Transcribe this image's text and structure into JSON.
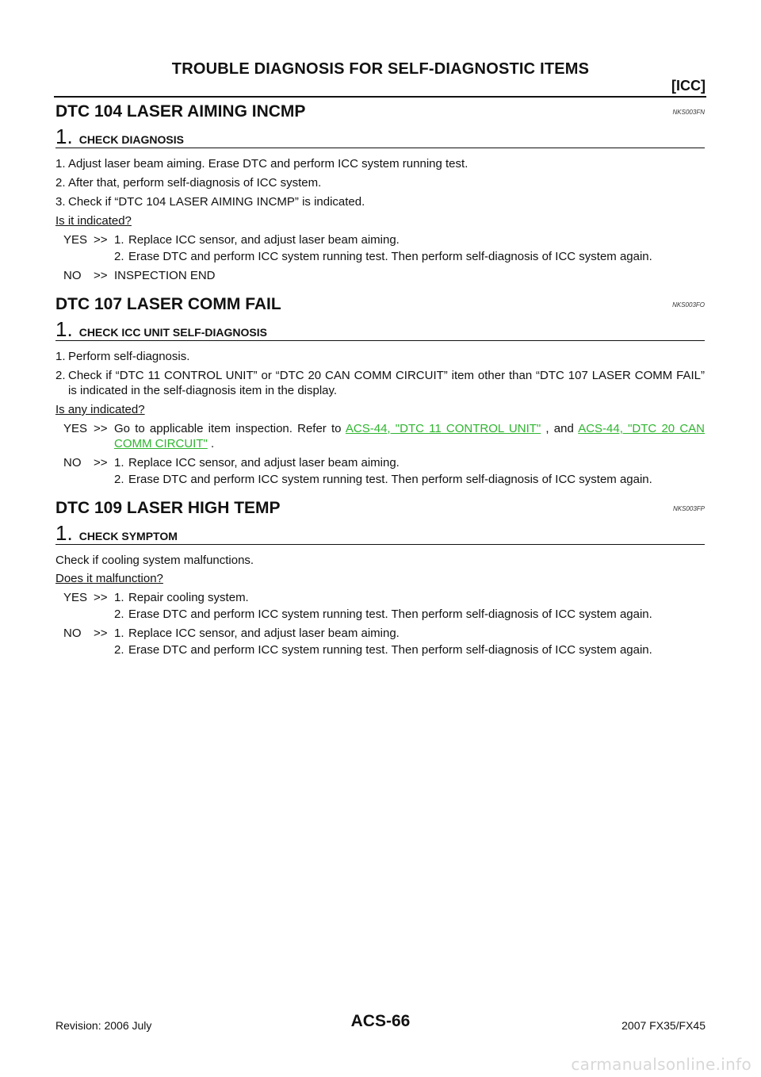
{
  "header": {
    "title": "TROUBLE DIAGNOSIS FOR SELF-DIAGNOSTIC ITEMS",
    "section": "[ICC]"
  },
  "sections": [
    {
      "title": "DTC 104 LASER AIMING INCMP",
      "code": "NKS003FN",
      "step": {
        "num": "1",
        "dot": ".",
        "title": "CHECK DIAGNOSIS"
      },
      "items": [
        {
          "num": "1.",
          "text": "Adjust laser beam aiming. Erase DTC and perform ICC system running test."
        },
        {
          "num": "2.",
          "text": "After that, perform self-diagnosis of ICC system."
        },
        {
          "num": "3.",
          "text": "Check if “DTC 104 LASER AIMING INCMP” is indicated."
        }
      ],
      "question": "Is it indicated?",
      "answers": [
        {
          "key": "YES",
          "arrow": ">>",
          "lines": [
            {
              "num": "1.",
              "text": "Replace ICC sensor, and adjust laser beam aiming."
            },
            {
              "num": "2.",
              "text": "Erase DTC and perform ICC system running test. Then perform self-diagnosis of ICC system again."
            }
          ]
        },
        {
          "key": "NO",
          "arrow": ">>",
          "text": "INSPECTION END"
        }
      ]
    },
    {
      "title": "DTC 107 LASER COMM FAIL",
      "code": "NKS003FO",
      "step": {
        "num": "1",
        "dot": ".",
        "title": "CHECK ICC UNIT SELF-DIAGNOSIS"
      },
      "items": [
        {
          "num": "1.",
          "text": "Perform self-diagnosis."
        },
        {
          "num": "2.",
          "text": "Check if “DTC 11 CONTROL UNIT” or “DTC 20 CAN COMM CIRCUIT” item other than “DTC 107 LASER COMM FAIL” is indicated in the self-diagnosis item in the display."
        }
      ],
      "question": "Is any indicated?",
      "answers": [
        {
          "key": "YES",
          "arrow": ">>",
          "pre": "Go to applicable item inspection. Refer to ",
          "link1": "ACS-44, \"DTC 11 CONTROL UNIT\"",
          "mid": " , and ",
          "link2": "ACS-44, \"DTC 20 CAN COMM CIRCUIT\"",
          "post": " ."
        },
        {
          "key": "NO",
          "arrow": ">>",
          "lines": [
            {
              "num": "1.",
              "text": "Replace ICC sensor, and adjust laser beam aiming."
            },
            {
              "num": "2.",
              "text": "Erase DTC and perform ICC system running test. Then perform self-diagnosis of ICC system again."
            }
          ]
        }
      ]
    },
    {
      "title": "DTC 109 LASER HIGH TEMP",
      "code": "NKS003FP",
      "step": {
        "num": "1",
        "dot": ".",
        "title": "CHECK SYMPTOM"
      },
      "text": "Check if cooling system malfunctions.",
      "question": "Does it malfunction?",
      "answers": [
        {
          "key": "YES",
          "arrow": ">>",
          "lines": [
            {
              "num": "1.",
              "text": "Repair cooling system."
            },
            {
              "num": "2.",
              "text": "Erase DTC and perform ICC system running test. Then perform self-diagnosis of ICC system again."
            }
          ]
        },
        {
          "key": "NO",
          "arrow": ">>",
          "lines": [
            {
              "num": "1.",
              "text": "Replace ICC sensor, and adjust laser beam aiming."
            },
            {
              "num": "2.",
              "text": "Erase DTC and perform ICC system running test. Then perform self-diagnosis of ICC system again."
            }
          ]
        }
      ]
    }
  ],
  "footer": {
    "revision": "Revision: 2006 July",
    "page": "ACS-66",
    "model": "2007 FX35/FX45",
    "watermark": "carmanualsonline.info"
  },
  "colors": {
    "link": "#2fb52f",
    "text": "#111111",
    "watermark": "#d8d8d8"
  }
}
